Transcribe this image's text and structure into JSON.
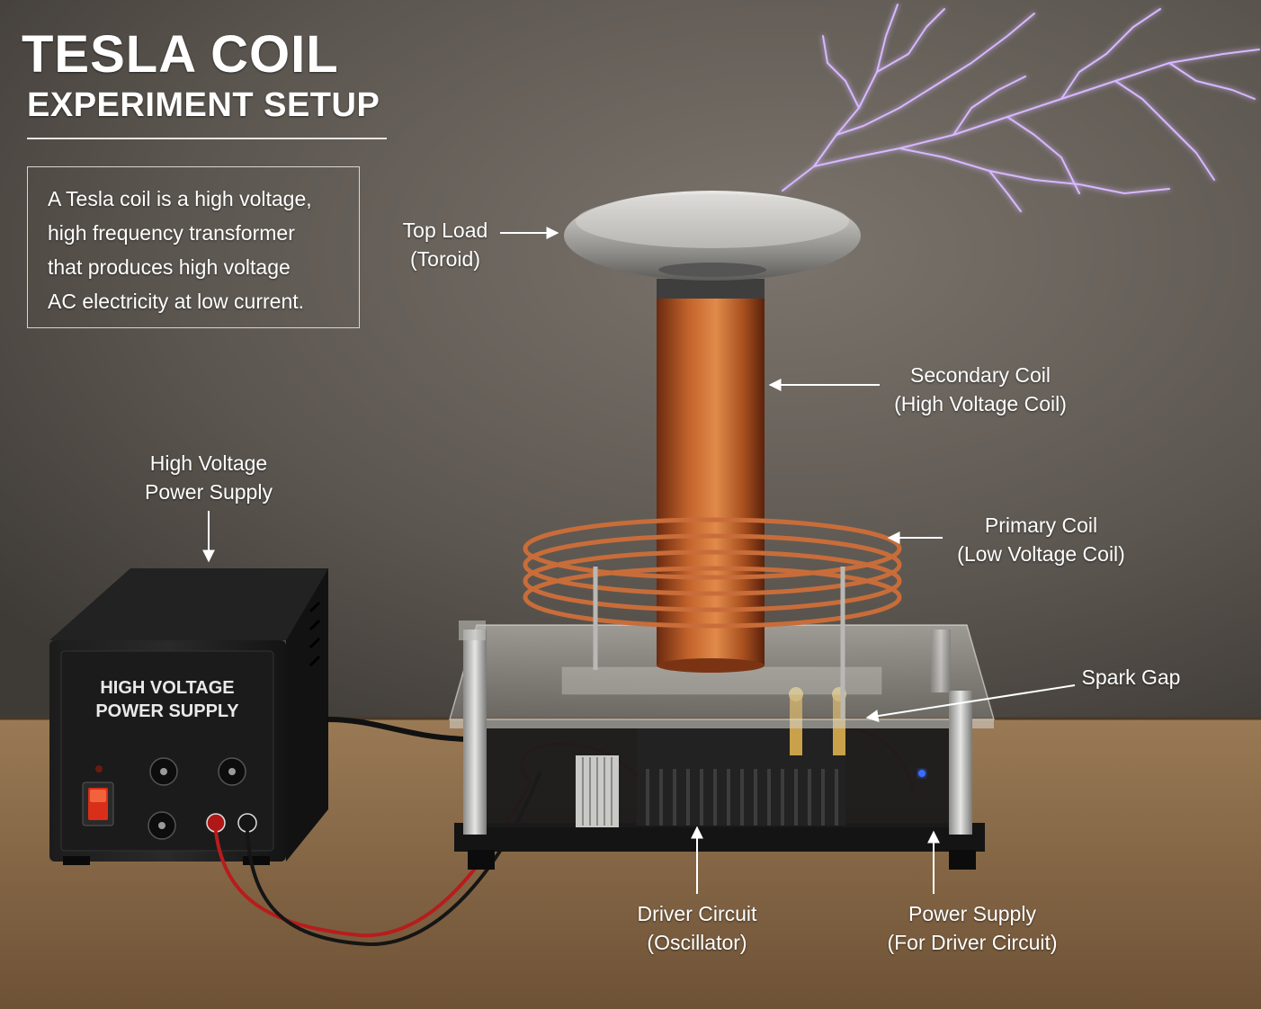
{
  "title": {
    "line1": "TESLA COIL",
    "line2": "EXPERIMENT SETUP"
  },
  "description": {
    "lines": [
      "A Tesla coil is a high voltage,",
      "high frequency transformer",
      "that produces high voltage",
      "AC electricity at low current."
    ]
  },
  "labels": {
    "top_load": {
      "line1": "Top Load",
      "line2": "(Toroid)"
    },
    "secondary_coil": {
      "line1": "Secondary Coil",
      "line2": "(High Voltage Coil)"
    },
    "primary_coil": {
      "line1": "Primary Coil",
      "line2": "(Low Voltage Coil)"
    },
    "hv_power_supply": {
      "line1": "High Voltage",
      "line2": "Power Supply"
    },
    "spark_gap": {
      "line1": "Spark Gap"
    },
    "driver_circuit": {
      "line1": "Driver Circuit",
      "line2": "(Oscillator)"
    },
    "power_supply": {
      "line1": "Power Supply",
      "line2": "(For Driver Circuit)"
    }
  },
  "device": {
    "psu_panel_line1": "HIGH VOLTAGE",
    "psu_panel_line2": "POWER SUPPLY"
  },
  "colors": {
    "wall": "#5a554f",
    "table": "#8a6a48",
    "copper": "#b5592a",
    "spark": "#c9a0ff",
    "text": "#ffffff"
  }
}
